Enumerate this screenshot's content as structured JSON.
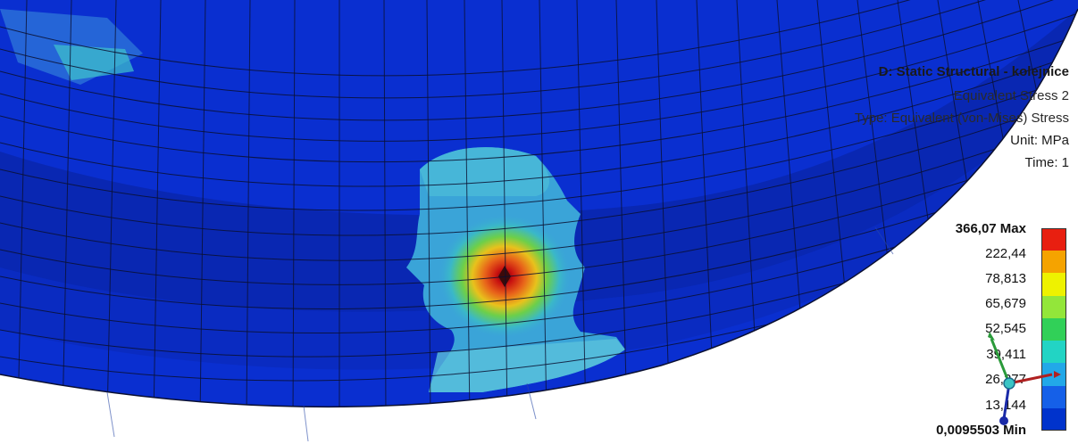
{
  "info": {
    "title": "D: Static Structural - kolejnice",
    "result": "Equivalent Stress 2",
    "type": "Type: Equivalent (von-Mises) Stress",
    "unit": "Unit: MPa",
    "time": "Time: 1"
  },
  "legend": {
    "max_label": "366,07 Max",
    "min_label": "0,0095503 Min",
    "ticks": [
      "222,44",
      "78,813",
      "65,679",
      "52,545",
      "39,411",
      "26,277",
      "13,144"
    ],
    "colors": [
      "#e81f10",
      "#f5a300",
      "#eef200",
      "#93e63a",
      "#31d058",
      "#22d4c4",
      "#22a8e8",
      "#1560e8",
      "#0033cc"
    ]
  },
  "colors": {
    "body_blue": "#0a2fd0",
    "mesh_line": "#0b1030",
    "hotspot_red": "#c81010"
  }
}
